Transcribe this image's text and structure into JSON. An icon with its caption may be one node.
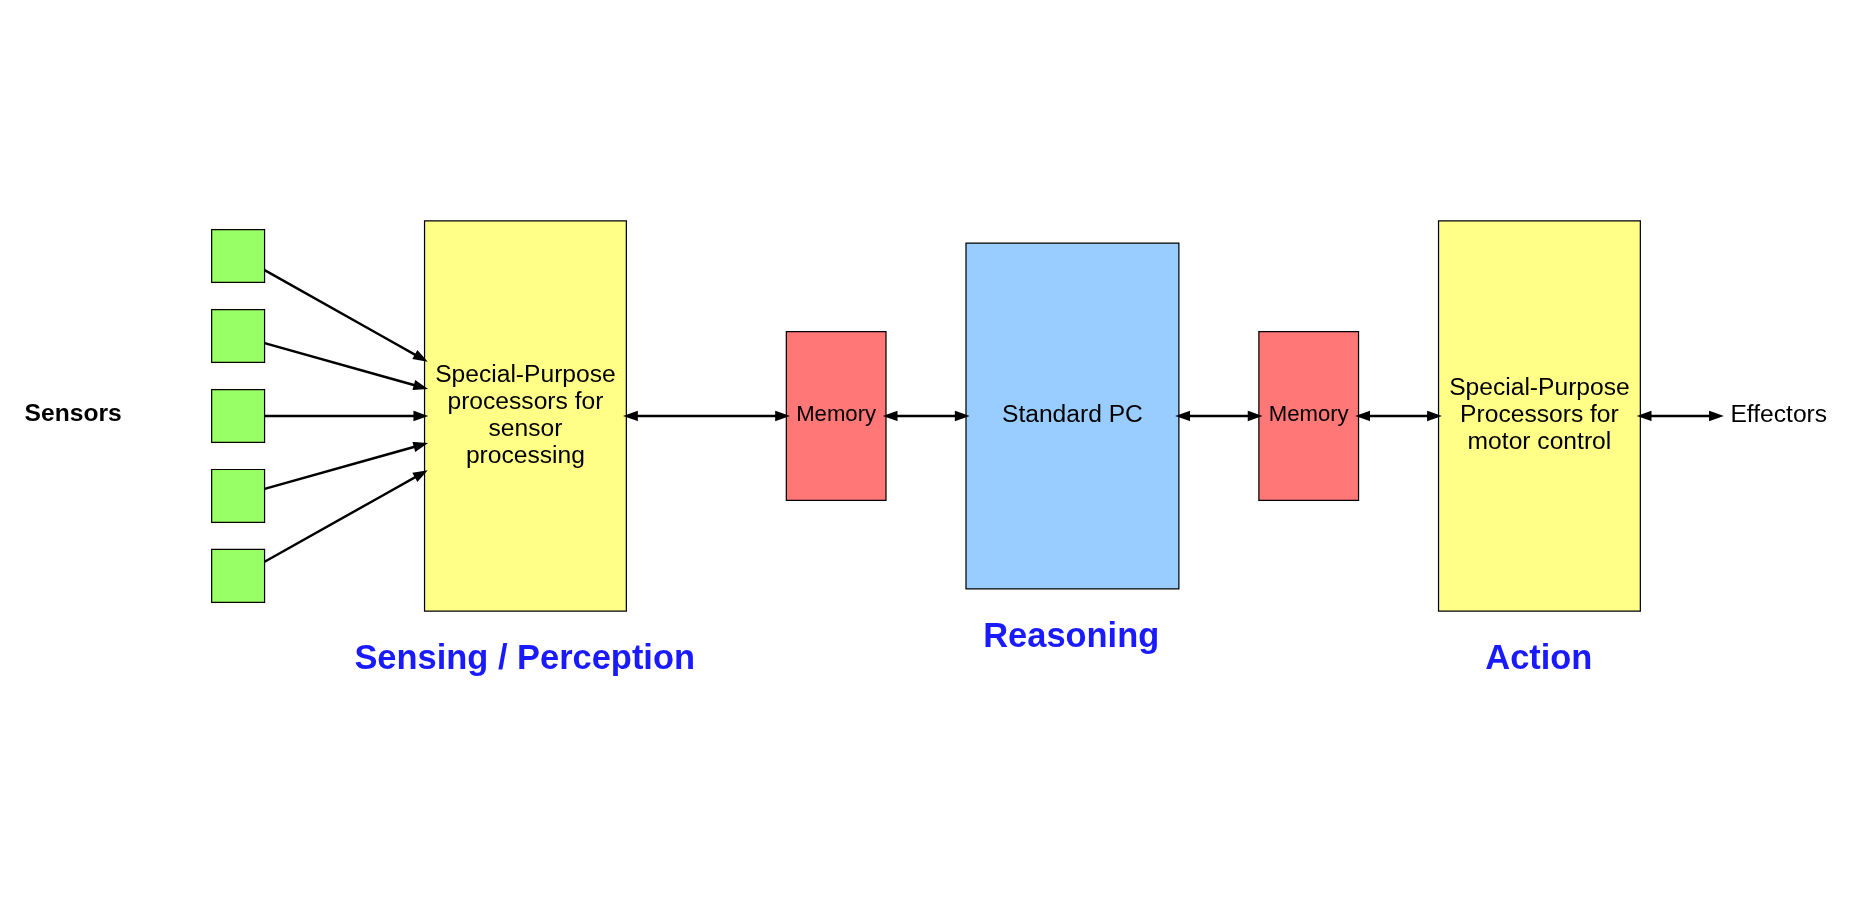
{
  "diagram": {
    "nodes": [
      {
        "text": [],
        "shape": "box"
      },
      {
        "text": [],
        "shape": "box"
      },
      {
        "text": [],
        "shape": "box"
      },
      {
        "text": [],
        "shape": "box"
      },
      {
        "text": [],
        "shape": "box"
      },
      {
        "text": [
          "Special-Purpose processors for sensor processing"
        ]
      },
      {
        "text": [
          "Memory"
        ]
      },
      {
        "text": [
          "Standard PC"
        ]
      },
      {
        "text": [
          "Memory"
        ]
      },
      {
        "text": [
          "Special-Purpose Processors for motor control"
        ]
      },
      {
        "text": [
          "Effectors"
        ]
      }
    ],
    "edges": [
      {
        "from": 0,
        "to": 5,
        "arrow": "to"
      },
      {
        "from": 1,
        "to": 5,
        "arrow": "to"
      },
      {
        "from": 2,
        "to": 5,
        "arrow": "to"
      },
      {
        "from": 3,
        "to": 5,
        "arrow": "to"
      },
      {
        "from": 4,
        "to": 5,
        "arrow": "to"
      },
      {
        "from": 5,
        "to": 6,
        "arrow": "both"
      },
      {
        "from": 6,
        "to": 7,
        "arrow": "both"
      },
      {
        "from": 7,
        "to": 8,
        "arrow": "both"
      },
      {
        "from": 8,
        "to": 9,
        "arrow": "both"
      },
      {
        "from": 9,
        "to": 10,
        "arrow": "both"
      }
    ],
    "labels": [
      "Sensors",
      "Sensing / Perception",
      "Reasoning",
      "Action"
    ]
  }
}
